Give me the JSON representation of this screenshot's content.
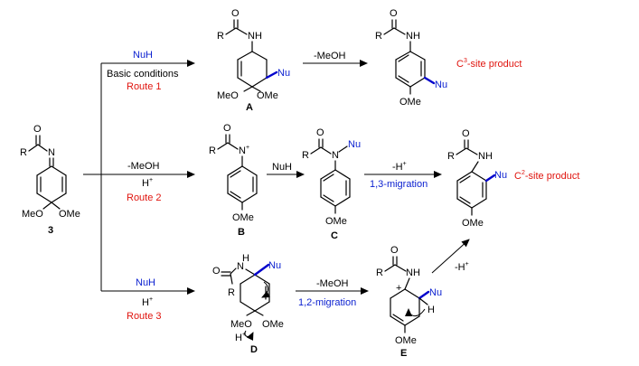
{
  "compound3": {
    "label": "3",
    "R": "R",
    "O": "O",
    "N": "N",
    "MeO": "MeO",
    "OMe": "OMe"
  },
  "route1": {
    "reagent": "NuH",
    "condition": "Basic conditions",
    "name": "Route 1",
    "step2": "-MeOH",
    "intermediate_label": "A",
    "product_label": "C",
    "product_sup": "3",
    "product_suffix": "-site product"
  },
  "route2": {
    "reagent1": "-MeOH",
    "reagent2": "H",
    "name": "Route 2",
    "step2": "NuH",
    "step3a": "-H",
    "step3b": "1,3-migration",
    "intermediate_b": "B",
    "intermediate_c": "C",
    "product_label": "C",
    "product_sup": "2",
    "product_suffix": "-site product"
  },
  "route3": {
    "reagent1": "NuH",
    "reagent2": "H",
    "name": "Route 3",
    "step2a": "-MeOH",
    "step2b": "1,2-migration",
    "step3": "-H",
    "intermediate_d": "D",
    "intermediate_e": "E"
  },
  "atoms": {
    "R": "R",
    "O": "O",
    "NH": "NH",
    "N": "N",
    "Nu": "Nu",
    "OMe": "OMe",
    "MeO": "MeO",
    "H": "H",
    "plus": "+"
  },
  "colors": {
    "red": "#e0140e",
    "blue": "#0a1fd0",
    "nu_bond": "#0000cc"
  }
}
